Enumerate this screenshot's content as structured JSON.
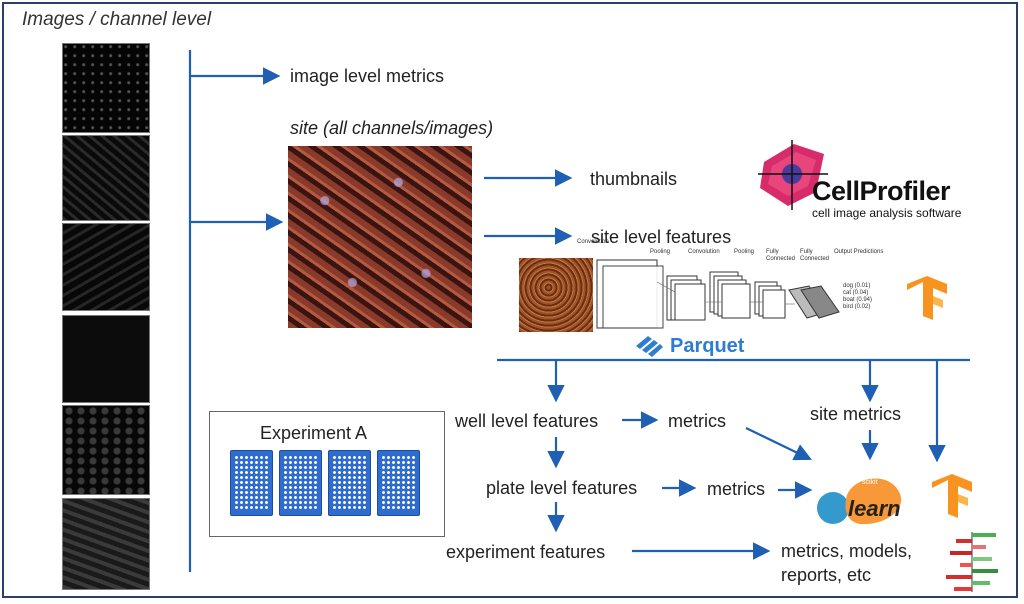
{
  "header": {
    "title": "Images / channel level"
  },
  "site": {
    "label": "site (all channels/images)"
  },
  "flow": {
    "image_metrics": "image level metrics",
    "thumbnails": "thumbnails",
    "site_features": "site level features",
    "well_features": "well level features",
    "well_metrics": "metrics",
    "plate_features": "plate level features",
    "plate_metrics": "metrics",
    "experiment_features": "experiment features",
    "site_metrics": "site metrics",
    "outputs_line1": "metrics, models,",
    "outputs_line2": "reports, etc"
  },
  "experiment": {
    "label": "Experiment A",
    "plate_count": 4
  },
  "logos": {
    "cellprofiler_name": "CellProfiler",
    "cellprofiler_tagline": "cell image analysis software",
    "parquet": "Parquet",
    "sklearn_small": "scikit",
    "sklearn_big": "learn",
    "tensorflow": "tensorflow-logo-icon"
  },
  "cnn": {
    "stage_labels": [
      "Convolution",
      "Pooling",
      "Convolution",
      "Pooling",
      "Fully Connected",
      "Fully Connected",
      "Output Predictions"
    ],
    "predictions": [
      "dog (0.01)",
      "cat (0.04)",
      "boat (0.94)",
      "bird (0.02)"
    ]
  },
  "colors": {
    "arrow": "#1f5fb4",
    "frame": "#2b3f6c",
    "parquet": "#2e7dd1",
    "cellprofiler": "#d4145a",
    "tensorflow": "#f7931e",
    "sklearn_orange": "#f89939",
    "sklearn_blue": "#3499cd"
  }
}
